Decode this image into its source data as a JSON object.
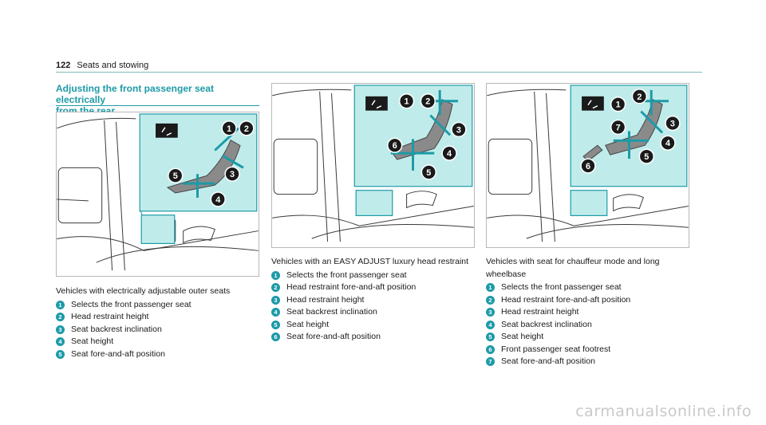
{
  "header": {
    "page_number": "122",
    "chapter": "Seats and stowing"
  },
  "section": {
    "title_line1": "Adjusting the front passenger seat electrically",
    "title_line2": "from the rear"
  },
  "colors": {
    "accent": "#1d9aa7",
    "panel": "#bfeceb",
    "text": "#1a1a1a"
  },
  "captions": [
    {
      "lead": "Vehicles with electrically adjustable outer seats",
      "items": [
        {
          "n": "1",
          "text": "Selects the front passenger seat"
        },
        {
          "n": "2",
          "text": "Head restraint height"
        },
        {
          "n": "3",
          "text": "Seat backrest inclination"
        },
        {
          "n": "4",
          "text": "Seat height"
        },
        {
          "n": "5",
          "text": "Seat fore-and-aft position"
        }
      ]
    },
    {
      "lead": "Vehicles with an EASY ADJUST luxury head restraint",
      "items": [
        {
          "n": "1",
          "text": "Selects the front passenger seat"
        },
        {
          "n": "2",
          "text": "Head restraint fore-and-aft position"
        },
        {
          "n": "3",
          "text": "Head restraint height"
        },
        {
          "n": "4",
          "text": "Seat backrest inclination"
        },
        {
          "n": "5",
          "text": "Seat height"
        },
        {
          "n": "6",
          "text": "Seat fore-and-aft position"
        }
      ]
    },
    {
      "lead": "Vehicles with seat for chauffeur mode and long",
      "lead2": "wheelbase",
      "items": [
        {
          "n": "1",
          "text": "Selects the front passenger seat"
        },
        {
          "n": "2",
          "text": "Head restraint fore-and-aft position"
        },
        {
          "n": "3",
          "text": "Head restraint height"
        },
        {
          "n": "4",
          "text": "Seat backrest inclination"
        },
        {
          "n": "5",
          "text": "Seat height"
        },
        {
          "n": "6",
          "text": "Front passenger seat footrest"
        },
        {
          "n": "7",
          "text": "Seat fore-and-aft position"
        }
      ]
    }
  ],
  "figures": [
    {
      "callouts": [
        "1",
        "2",
        "3",
        "4",
        "5"
      ]
    },
    {
      "callouts": [
        "1",
        "2",
        "3",
        "4",
        "5",
        "6"
      ]
    },
    {
      "callouts": [
        "1",
        "2",
        "3",
        "4",
        "5",
        "6",
        "7"
      ]
    }
  ],
  "watermark": "carmanualsonline.info"
}
